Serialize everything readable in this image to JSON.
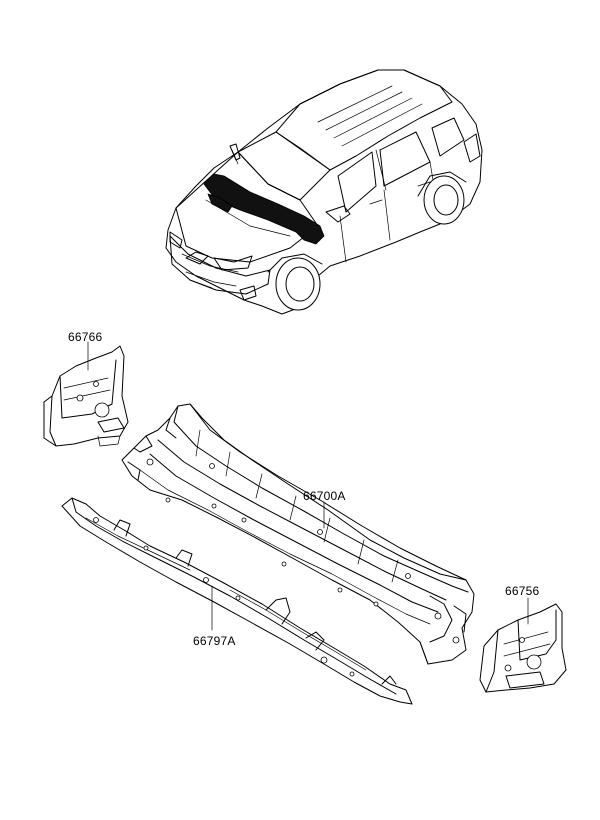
{
  "diagram": {
    "parts": [
      {
        "id": "part-66766",
        "label": "66766"
      },
      {
        "id": "part-66700A",
        "label": "66700A"
      },
      {
        "id": "part-66797A",
        "label": "66797A"
      },
      {
        "id": "part-66756",
        "label": "66756"
      }
    ]
  }
}
